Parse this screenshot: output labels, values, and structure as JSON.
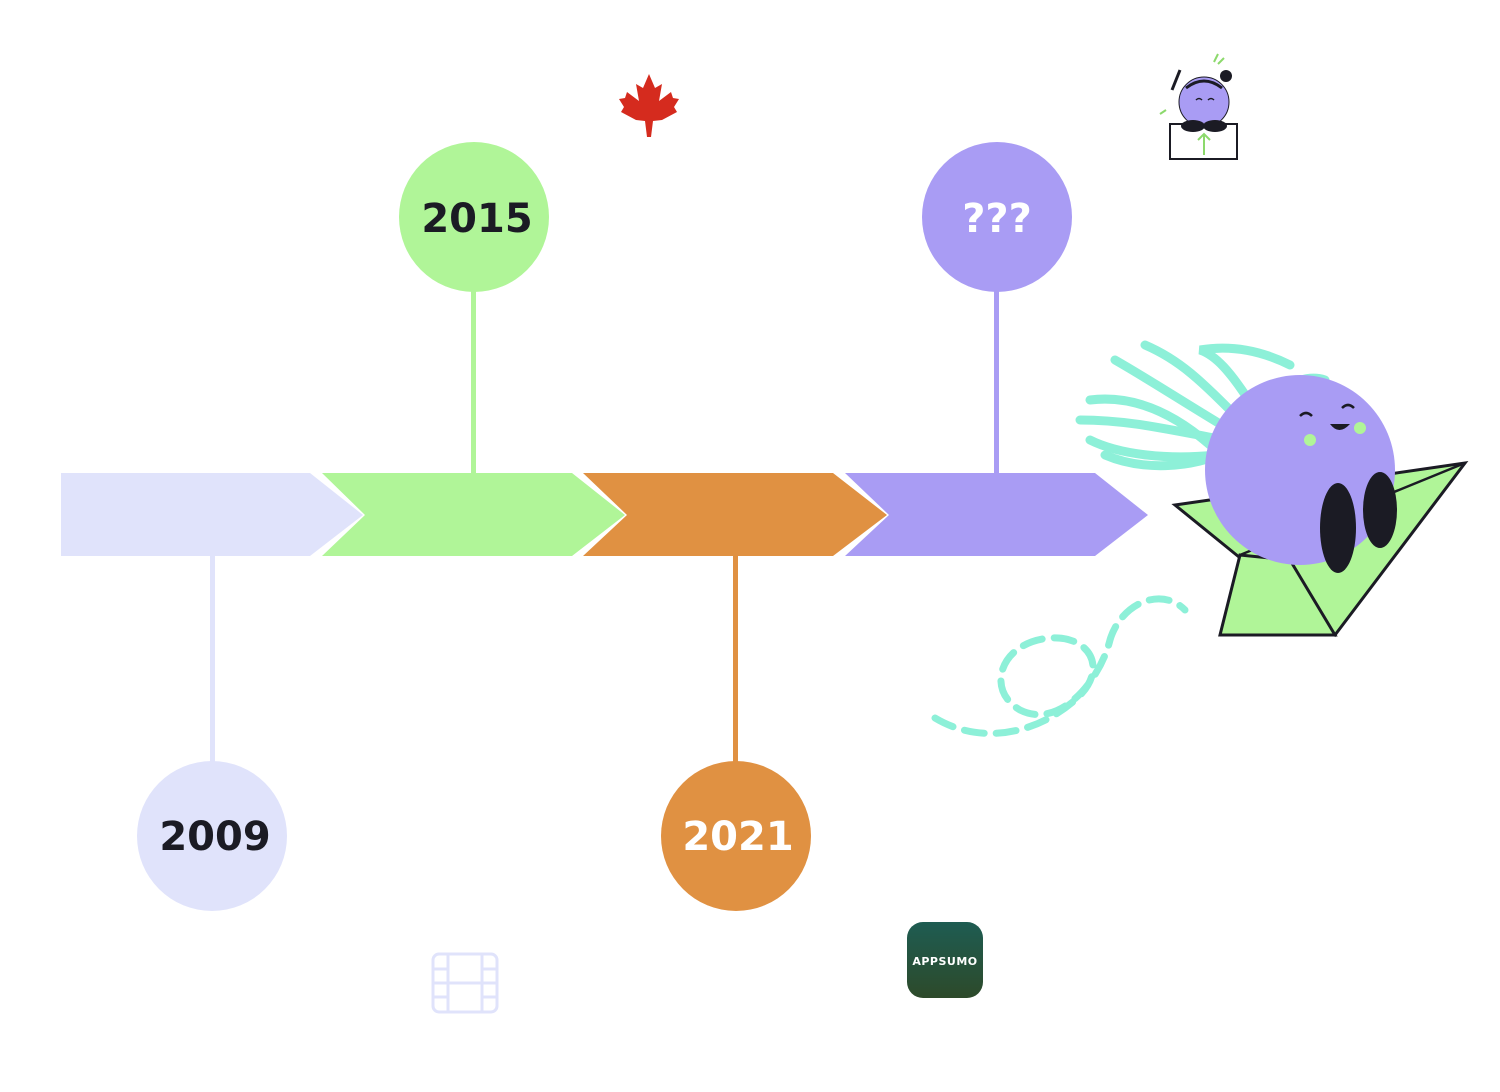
{
  "timeline": {
    "segments": [
      {
        "color": "#e0e3fb"
      },
      {
        "color": "#b0f598"
      },
      {
        "color": "#e09142"
      },
      {
        "color": "#a99cf4"
      }
    ],
    "milestones": [
      {
        "label": "2009",
        "color": "#e0e3fb",
        "text_color": "#1b1b24",
        "position": "below"
      },
      {
        "label": "2015",
        "color": "#b0f598",
        "text_color": "#1b1b24",
        "position": "above"
      },
      {
        "label": "2021",
        "color": "#e09142",
        "text_color": "#ffffff",
        "position": "below"
      },
      {
        "label": "???",
        "color": "#a99cf4",
        "text_color": "#ffffff",
        "position": "above"
      }
    ]
  },
  "decorations": {
    "maple_leaf_icon": {
      "color": "#d52b1e"
    },
    "film_icon": {
      "color": "#e0e3fb"
    },
    "appsumo_logo": {
      "text": "APPSUMO",
      "bg_color": "#1d5b4e"
    },
    "mascot_paper_plane": {
      "body_color": "#a99cf4",
      "plane_color": "#b0f598",
      "hair_color": "#8df0d8"
    },
    "mascot_box": {
      "body_color": "#a99cf4"
    }
  }
}
